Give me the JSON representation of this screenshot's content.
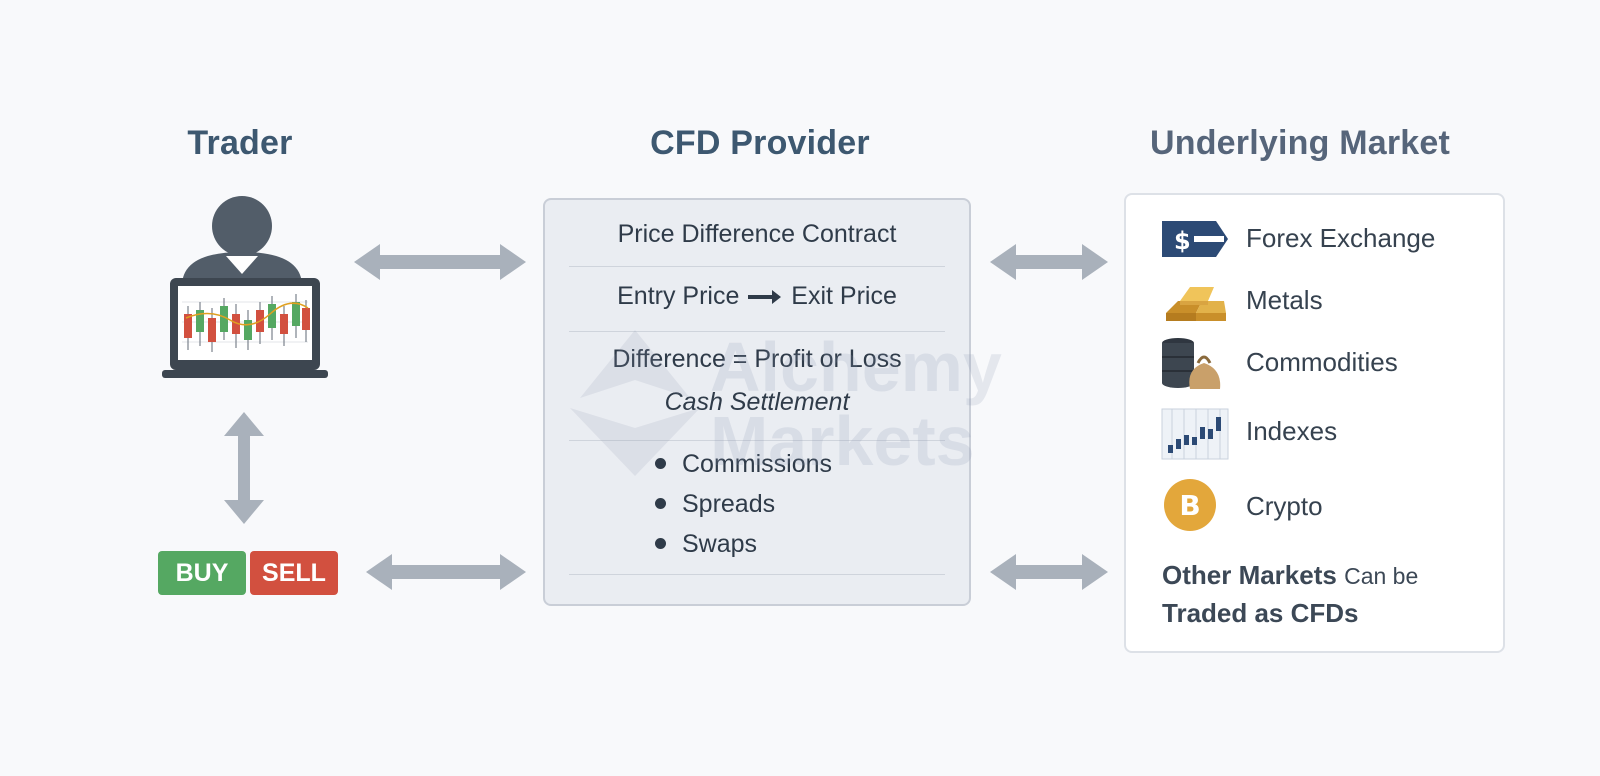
{
  "titles": {
    "trader": "Trader",
    "provider": "CFD Provider",
    "market": "Underlying Market"
  },
  "provider": {
    "contract": "Price Difference Contract",
    "entry": "Entry Price",
    "exit": "Exit Price",
    "difference": "Difference = Profit or Loss",
    "settlement": "Cash Settlement",
    "costs": [
      "Commissions",
      "Spreads",
      "Swaps"
    ]
  },
  "trader": {
    "buy_label": "BUY",
    "sell_label": "SELL"
  },
  "market": {
    "items": [
      {
        "label": "Forex Exchange",
        "icon": "forex-icon"
      },
      {
        "label": "Metals",
        "icon": "gold-bars-icon"
      },
      {
        "label": "Commodities",
        "icon": "commodities-icon"
      },
      {
        "label": "Indexes",
        "icon": "index-chart-icon"
      },
      {
        "label": "Crypto",
        "icon": "bitcoin-icon"
      }
    ],
    "other_bold": "Other Markets",
    "other_light": "Can be",
    "other_bold2": "Traded as CFDs"
  },
  "watermark": {
    "line1": "Alchemy",
    "line2": "Markets"
  },
  "colors": {
    "title_blue": "#3d5870",
    "arrow_gray": "#a9b1bb",
    "buy_green": "#55a862",
    "sell_red": "#d2503f",
    "gold": "#d9a441",
    "forex_navy": "#2c4a75"
  }
}
